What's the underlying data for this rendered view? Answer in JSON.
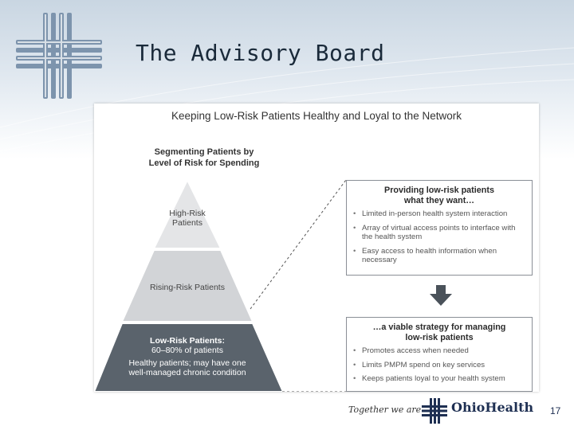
{
  "slide": {
    "title": "The Advisory Board",
    "page_number": "17"
  },
  "panel": {
    "title": "Keeping Low-Risk Patients Healthy and Loyal to the Network",
    "segment_title_line1": "Segmenting Patients by",
    "segment_title_line2": "Level of Risk for Spending",
    "tiers": {
      "high_line1": "High-Risk",
      "high_line2": "Patients",
      "rising": "Rising-Risk Patients",
      "low_line1": "Low-Risk Patients:",
      "low_line2": "60–80% of patients",
      "low_line3": "Healthy patients; may have one",
      "low_line4": "well-managed chronic condition"
    },
    "box_top": {
      "heading_line1": "Providing low-risk patients",
      "heading_line2": "what they want…",
      "items": [
        "Limited in-person health system interaction",
        "Array of virtual access points to interface with the health system",
        "Easy access to health information when necessary"
      ]
    },
    "box_bottom": {
      "heading_line1": "…a viable strategy for managing",
      "heading_line2": "low-risk patients",
      "items": [
        "Promotes access when needed",
        "Limits PMPM spend on key services",
        "Keeps patients loyal to your health system"
      ]
    },
    "colors": {
      "high_tier": "#e4e5e7",
      "rising_tier": "#d2d4d7",
      "low_tier": "#5a636c"
    }
  },
  "footer": {
    "tagline": "Together we are",
    "brand": "OhioHealth"
  },
  "icons": {
    "top_logo": "ohiohealth-cross-mark-icon",
    "arrow": "arrow-down-icon",
    "footer_logo": "ohiohealth-cross-mark-icon"
  }
}
